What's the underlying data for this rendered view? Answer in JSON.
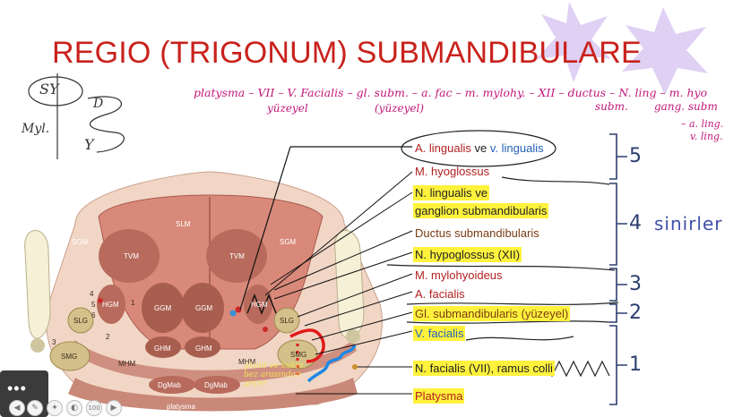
{
  "slide": {
    "title": "REGIO (TRIGONUM) SUBMANDIBULARE",
    "labels": {
      "a_lingualis": "A. lingualis",
      "ve": "ve",
      "v_lingualis": "v. lingualis",
      "m_hyoglossus": "M. hyoglossus",
      "n_lingualis_1": "N. lingualis ve",
      "n_lingualis_2": "ganglion submandibularis",
      "ductus": "Ductus submandibularis",
      "n_hypoglossus": "N. hypoglossus (XII)",
      "m_mylohyoideus": "M. mylohyoideus",
      "a_facialis": "A. facialis",
      "gl_submand": "Gl. submandibularis (yüzeyel)",
      "v_facialis": "V. facialis",
      "n_facialis": "N. facialis (VII), ramus colli",
      "platysma": "Platysma"
    },
    "group_numbers": [
      "5",
      "4",
      "3",
      "2",
      "1"
    ],
    "handwritten": {
      "sinirler": "sinirler",
      "top_line": "platysma – VII –  V. Facialis – gl. subm. – a. fac – m. mylohy. – XII – ductus – N. ling – m. hyo",
      "yuzeyel_1": "yüzeyel",
      "yuzeyel_2": "(yüzeyel)",
      "subm": "subm.",
      "gang_subm": "gang. subm",
      "a_ling": "– a. ling.",
      "v_ling": "v. ling.",
      "sketch_sy": "SY",
      "sketch_d": "D",
      "sketch_myl": "Myl.",
      "sketch_y": "Y",
      "yellow_note": "gland ve subm. bez arasından geçer"
    },
    "anatomy_labels": {
      "slm": "SLM",
      "sgm_l": "SGM",
      "sgm_r": "SGM",
      "tvm_l": "TVM",
      "tvm_r": "TVM",
      "hgm_l": "HGM",
      "hgm_r": "HGM",
      "ggm_l": "GGM",
      "ggm_r": "GGM",
      "ghm_l": "GHM",
      "ghm_r": "GHM",
      "slg_l": "SLG",
      "slg_r": "SLG",
      "smg_l": "SMG",
      "smg_r": "SMG",
      "mhm_l": "MHM",
      "mhm_r": "MHM",
      "dgmab_l": "DgMab",
      "dgmab_r": "DgMab",
      "platysma": "platysma",
      "n1": "1",
      "n2": "2",
      "n3": "3",
      "n4": "4",
      "n5": "5",
      "n6": "6"
    },
    "toolbar": {
      "more": "•••",
      "zoom": "100"
    },
    "colors": {
      "title": "#c9221c",
      "highlight": "#fff23d",
      "bracket": "#2b3e6e",
      "annotation_pink": "#c2187a",
      "annotation_blue": "#3f4fa8",
      "star_lavender": "#d9c8f2"
    }
  }
}
